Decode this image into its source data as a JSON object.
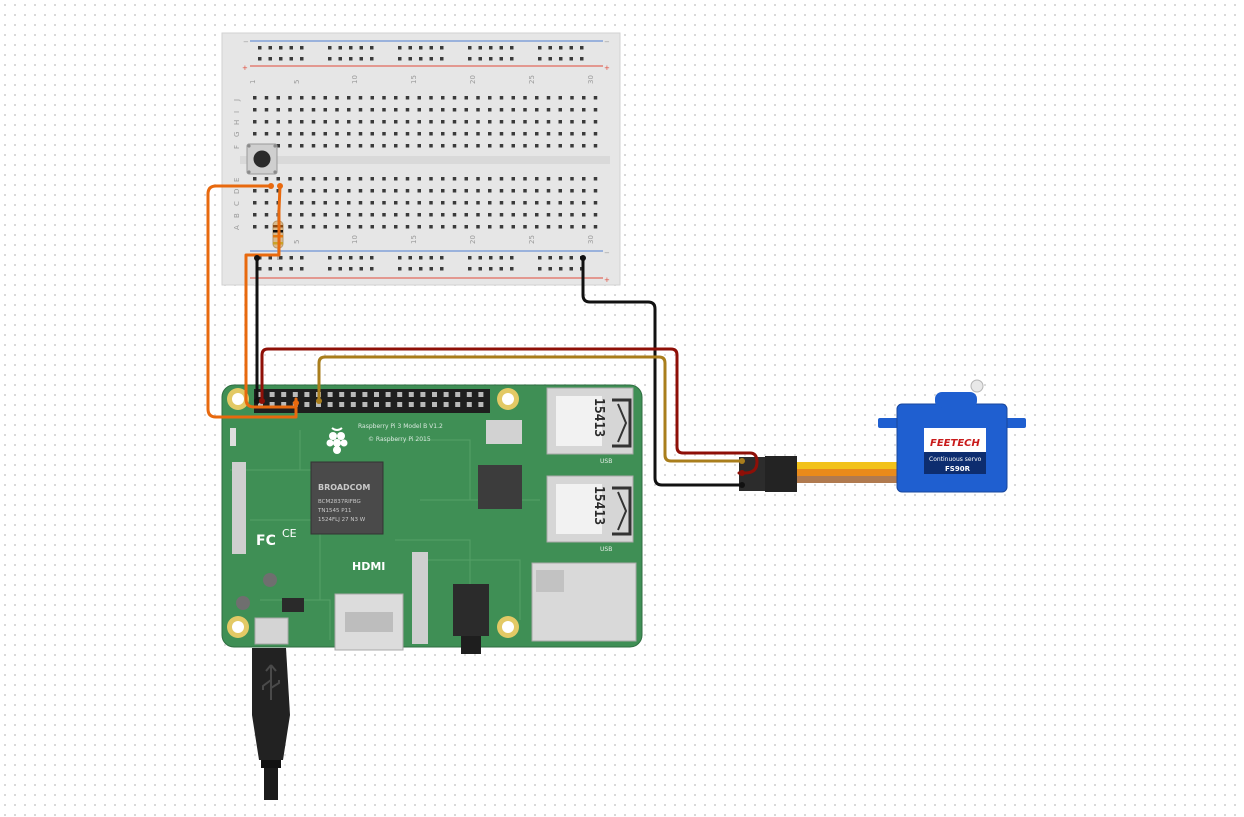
{
  "breadboard": {
    "column_numbers": [
      "1",
      "5",
      "10",
      "15",
      "20",
      "25",
      "30"
    ],
    "row_labels_top": [
      "J",
      "I",
      "H",
      "G",
      "F"
    ],
    "row_labels_bottom": [
      "E",
      "D",
      "C",
      "B",
      "A"
    ],
    "rail_minus": "−",
    "rail_plus": "+"
  },
  "pi": {
    "model_line": "Raspberry Pi 3 Model B V1.2",
    "copyright_line": "© Raspberry Pi 2015",
    "soc_brand": "BROADCOM",
    "soc_model": "BCM2837RIFBG",
    "soc_code1": "TN1545 P11",
    "soc_code2": "1524FLJ 27 N3 W",
    "hdmi_label": "HDMI",
    "ce_label": "CE",
    "fc_label": "FC",
    "usb_label_1": "15413",
    "usb_label_2": "15413",
    "usb_caption": "USB"
  },
  "servo": {
    "brand": "FEETECH",
    "subtitle": "Continuous servo",
    "model": "FS90R"
  },
  "colors": {
    "wire_orange": "#e8690e",
    "wire_black": "#111111",
    "wire_red": "#8e0f07",
    "wire_gold": "#a97e1c",
    "pcb_green": "#3f8f55",
    "servo_blue": "#1f5fd0"
  }
}
